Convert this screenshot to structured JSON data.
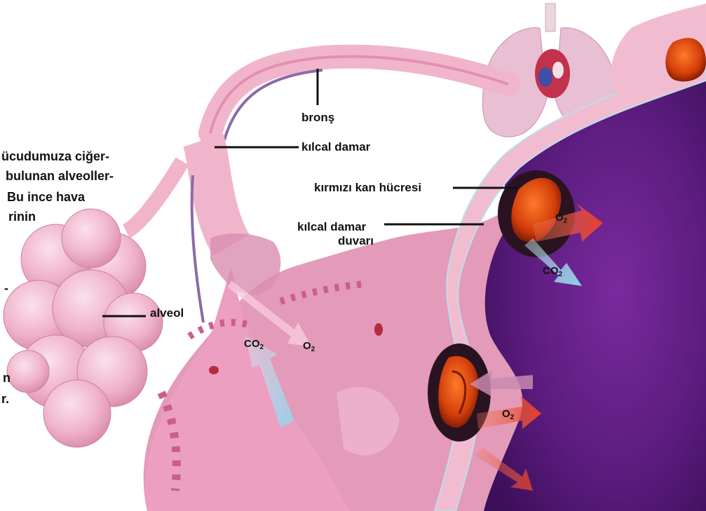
{
  "labels": {
    "bronchus": "bronş",
    "capillary": "kılcal damar",
    "red_blood_cell": "kırmızı kan hücresi",
    "capillary_wall_line1": "kılcal damar",
    "capillary_wall_line2": "duvarı",
    "alveolus": "alveol"
  },
  "gases": {
    "co2_base": "CO",
    "o2_base": "O",
    "subscript_2": "2"
  },
  "side_text": {
    "line1": "ücudumuza ciğer-",
    "line2": "bulunan alveoller-",
    "line3": "Bu ince hava",
    "line4": "rinin",
    "line5": "-",
    "line6": "n",
    "line7": "r."
  },
  "colors": {
    "tissue_pink": "#eaa0bd",
    "alveolus_pink": "#f2b6cd",
    "blood_purple": "#5b1c7e",
    "red_cell": "#e0470f",
    "arrow_red": "#e8402a",
    "arrow_blue": "#8fd1e8",
    "leader_line": "#111111"
  }
}
